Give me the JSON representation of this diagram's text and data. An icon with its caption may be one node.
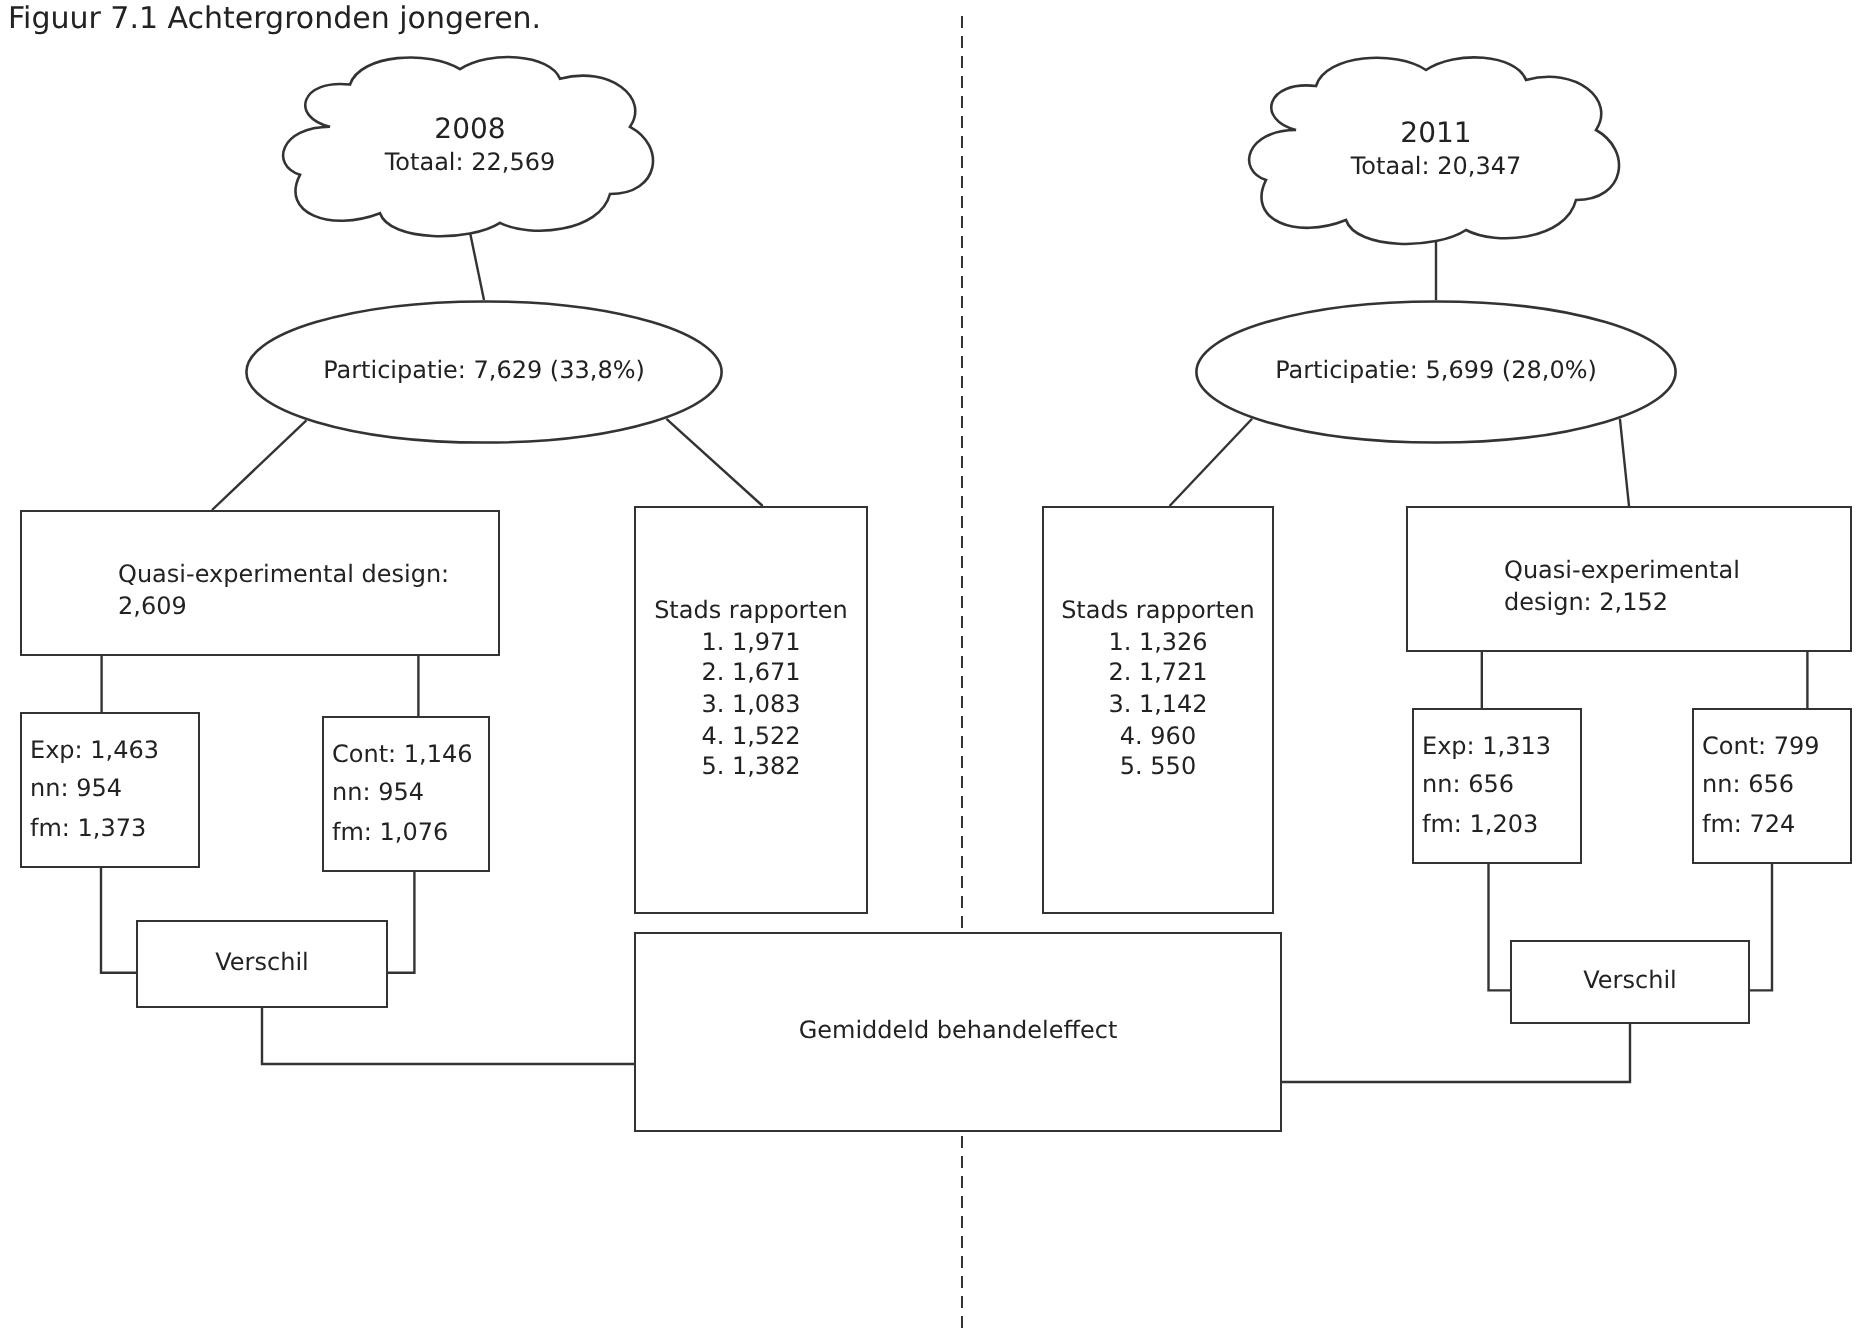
{
  "diagram": {
    "title": "Figuur 7.1 Achtergronden jongeren.",
    "nodes": [
      {
        "text": [
          "2008",
          "Totaal: 22,569"
        ]
      },
      {
        "text": [
          "Participatie: 7,629 (33,8%)"
        ]
      },
      {
        "text": [
          "Quasi-experimental design: 2,609"
        ]
      },
      {
        "text": [
          "Exp: 1,463",
          "nn: 954",
          "fm: 1,373"
        ]
      },
      {
        "text": [
          "Cont: 1,146",
          "nn: 954",
          "fm: 1,076"
        ]
      },
      {
        "text": [
          "Stads rapporten",
          "1. 1,971",
          "2. 1,671",
          "3. 1,083",
          "4. 1,522",
          "5. 1,382"
        ]
      },
      {
        "text": [
          "Verschil"
        ]
      },
      {
        "text": [
          "Gemiddeld behandeleffect"
        ]
      },
      {
        "text": [
          "2011",
          "Totaal: 20,347"
        ]
      },
      {
        "text": [
          "Participatie: 5,699 (28,0%)"
        ]
      },
      {
        "text": [
          "Stads rapporten",
          "1. 1,326",
          "2. 1,721",
          "3. 1,142",
          "4. 960",
          "5. 550"
        ]
      },
      {
        "text": [
          "Quasi-experimental design: 2,152"
        ]
      },
      {
        "text": [
          "Exp: 1,313",
          "nn: 656",
          "fm: 1,203"
        ]
      },
      {
        "text": [
          "Cont: 799",
          "nn: 656",
          "fm: 724"
        ]
      },
      {
        "text": [
          "Verschil"
        ]
      }
    ],
    "edges": [
      {
        "from": 0,
        "to": 1,
        "arrow": "none"
      },
      {
        "from": 1,
        "to": 2,
        "arrow": "none"
      },
      {
        "from": 1,
        "to": 5,
        "arrow": "none"
      },
      {
        "from": 2,
        "to": 3,
        "arrow": "none"
      },
      {
        "from": 2,
        "to": 4,
        "arrow": "none"
      },
      {
        "from": 3,
        "to": 6,
        "arrow": "none"
      },
      {
        "from": 4,
        "to": 6,
        "arrow": "none"
      },
      {
        "from": 6,
        "to": 7,
        "arrow": "none"
      },
      {
        "from": 8,
        "to": 9,
        "arrow": "none"
      },
      {
        "from": 9,
        "to": 10,
        "arrow": "none"
      },
      {
        "from": 9,
        "to": 11,
        "arrow": "none"
      },
      {
        "from": 11,
        "to": 12,
        "arrow": "none"
      },
      {
        "from": 11,
        "to": 13,
        "arrow": "none"
      },
      {
        "from": 12,
        "to": 14,
        "arrow": "none"
      },
      {
        "from": 13,
        "to": 14,
        "arrow": "none"
      },
      {
        "from": 14,
        "to": 7,
        "arrow": "none"
      }
    ]
  }
}
